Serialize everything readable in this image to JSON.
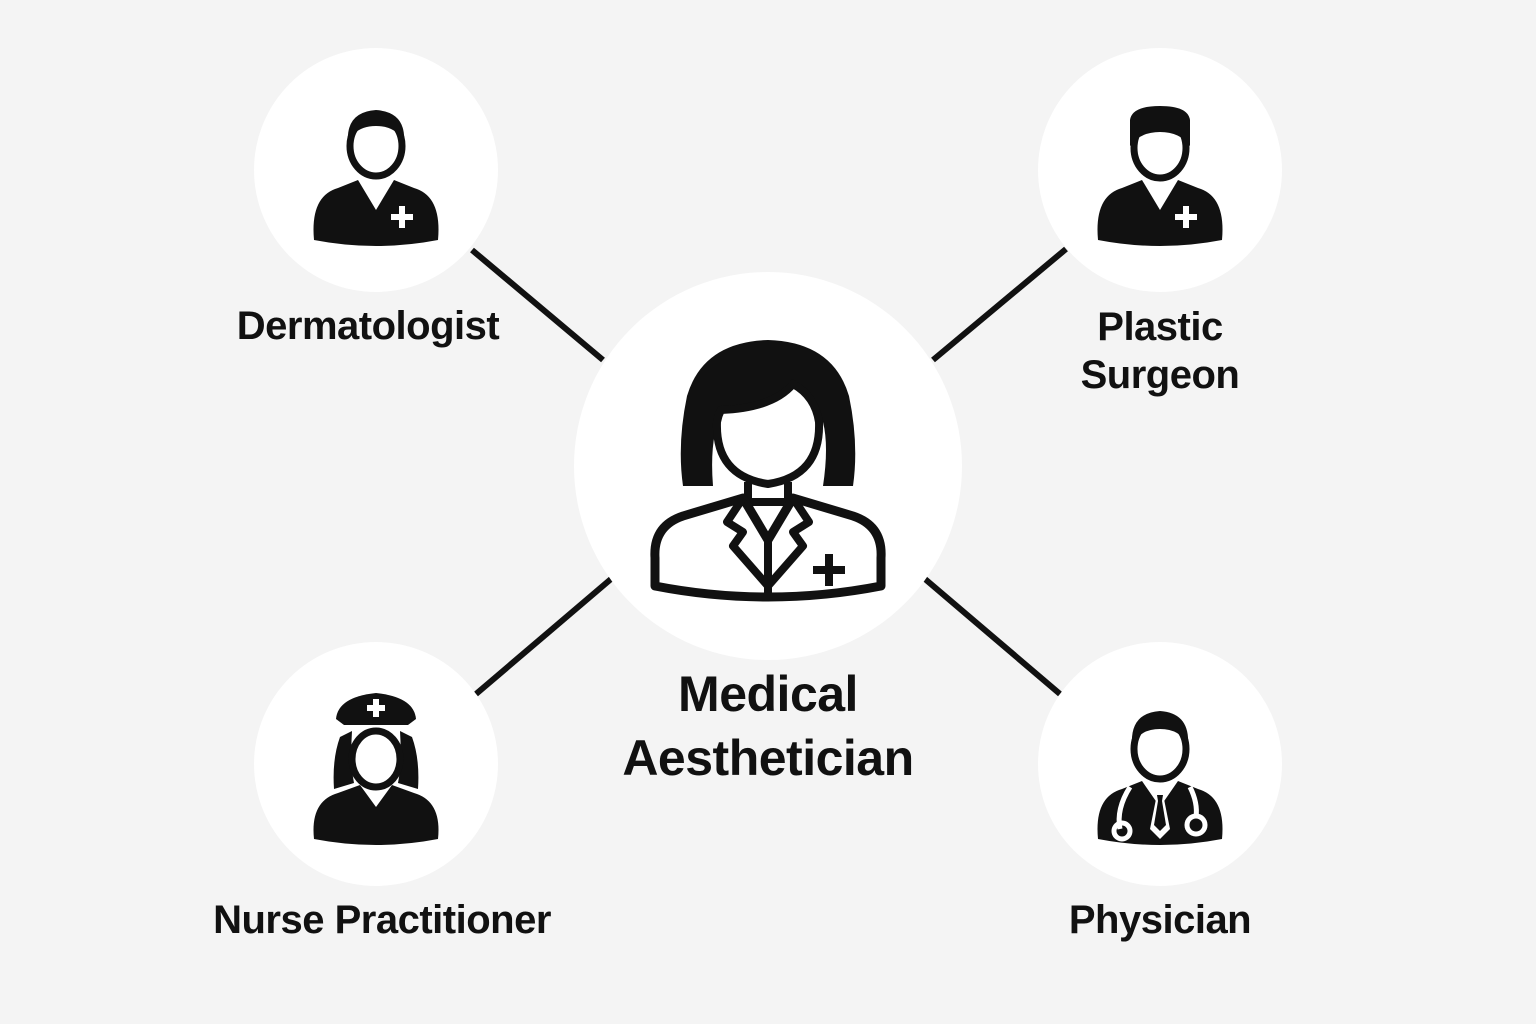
{
  "diagram": {
    "center": {
      "icon": "female-aesthetician-icon",
      "label_lines": [
        "Medical",
        "Aesthetician"
      ]
    },
    "nodes": [
      {
        "id": "dermatologist",
        "icon": "dermatologist-icon",
        "label_lines": [
          "Dermatologist"
        ]
      },
      {
        "id": "plastic-surgeon",
        "icon": "surgeon-icon",
        "label_lines": [
          "Plastic",
          "Surgeon"
        ]
      },
      {
        "id": "nurse-practitioner",
        "icon": "nurse-icon",
        "label_lines": [
          "Nurse Practitioner"
        ]
      },
      {
        "id": "physician",
        "icon": "physician-stethoscope-icon",
        "label_lines": [
          "Physician"
        ]
      }
    ],
    "colors": {
      "background": "#f4f4f4",
      "circle": "#ffffff",
      "ink": "#111111"
    }
  }
}
